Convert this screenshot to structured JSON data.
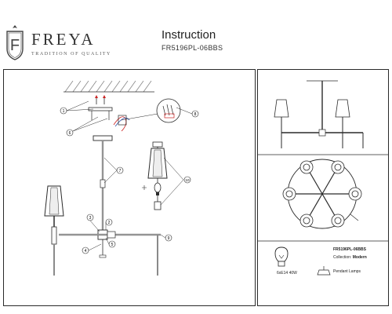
{
  "header": {
    "brand_name": "FREYA",
    "brand_tagline": "TRADITION OF QUALITY",
    "logo_letter": "F",
    "document_title": "Instruction",
    "model_code": "FR5196PL-06BBS"
  },
  "callouts": [
    "1",
    "2",
    "3",
    "4",
    "5",
    "6",
    "7",
    "8",
    "9",
    "10"
  ],
  "spec_panel": {
    "bulb_spec": "6xE14 40W",
    "article_label": "FR5196PL-06BBS",
    "collection_label": "Collection:",
    "collection_value": "Modern",
    "type_label": "Pendant Lamps"
  },
  "colors": {
    "line": "#2a2a2a",
    "hatch": "#888888",
    "accent_red": "#cc2222"
  }
}
